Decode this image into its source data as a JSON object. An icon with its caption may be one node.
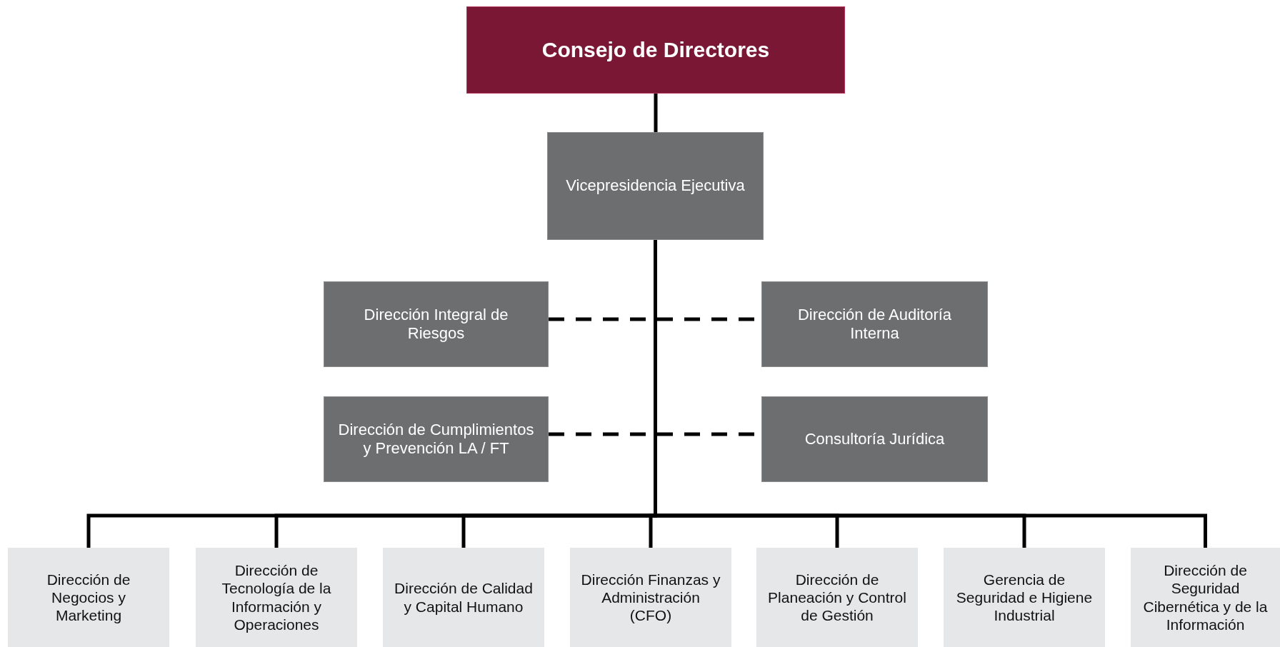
{
  "diagram": {
    "nodes": [
      {
        "text": [
          "Consejo de Directores"
        ]
      },
      {
        "text": [
          "Vicepresidencia Ejecutiva"
        ]
      },
      {
        "text": [
          "Dirección Integral de Riesgos"
        ]
      },
      {
        "text": [
          "Dirección de Auditoría Interna"
        ]
      },
      {
        "text": [
          "Dirección de Cumplimientos y Prevención LA / FT"
        ]
      },
      {
        "text": [
          "Consultoría Jurídica"
        ]
      },
      {
        "text": [
          "Dirección de Negocios y Marketing"
        ]
      },
      {
        "text": [
          "Dirección de Tecnología de la Información y Operaciones"
        ]
      },
      {
        "text": [
          "Dirección de Calidad y Capital Humano"
        ]
      },
      {
        "text": [
          "Dirección Finanzas y Administración (CFO)"
        ]
      },
      {
        "text": [
          "Dirección de Planeación y Control de Gestión"
        ]
      },
      {
        "text": [
          "Gerencia de Seguridad e Higiene Industrial"
        ]
      },
      {
        "text": [
          "Dirección de Seguridad Cibernética y de la Información"
        ]
      }
    ],
    "edges": [
      {
        "from": 0,
        "to": 1,
        "arrow": "none"
      },
      {
        "from": 2,
        "to": 3,
        "arrow": "none",
        "style": "dashed"
      },
      {
        "from": 4,
        "to": 5,
        "arrow": "none",
        "style": "dashed"
      },
      {
        "from": 1,
        "to": 6,
        "arrow": "none"
      },
      {
        "from": 1,
        "to": 7,
        "arrow": "none"
      },
      {
        "from": 1,
        "to": 8,
        "arrow": "none"
      },
      {
        "from": 1,
        "to": 9,
        "arrow": "none"
      },
      {
        "from": 1,
        "to": 10,
        "arrow": "none"
      },
      {
        "from": 1,
        "to": 11,
        "arrow": "none"
      },
      {
        "from": 1,
        "to": 12,
        "arrow": "none"
      }
    ]
  }
}
